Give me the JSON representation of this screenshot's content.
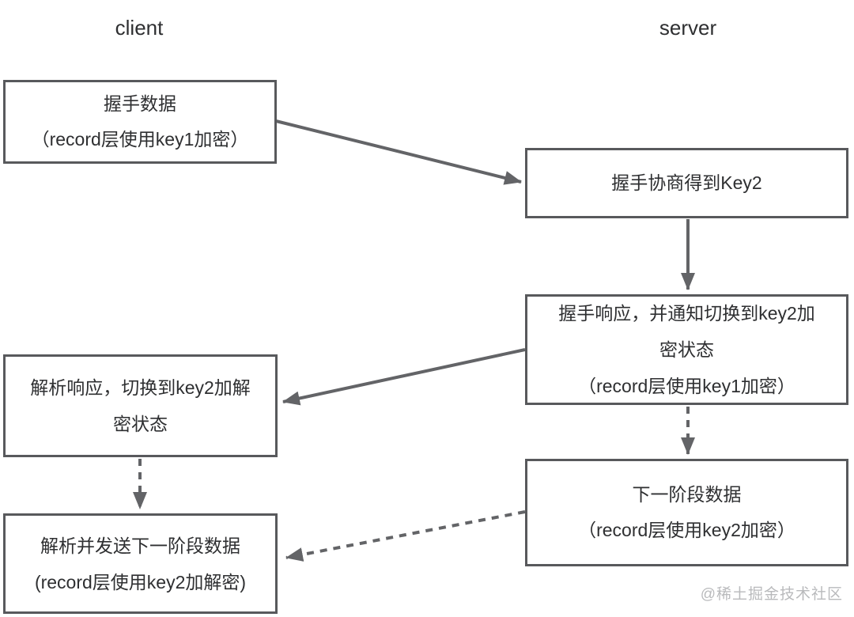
{
  "diagram": {
    "client_label": "client",
    "server_label": "server",
    "watermark": "@稀土掘金技术社区"
  },
  "nodes": {
    "handshake_data": {
      "actor": "client",
      "lines": [
        "握手数据",
        "（record层使用key1加密）"
      ]
    },
    "negotiate_key2": {
      "actor": "server",
      "lines": [
        "握手协商得到Key2"
      ]
    },
    "handshake_response": {
      "actor": "server",
      "lines": [
        "握手响应，并通知切换到key2加",
        "密状态",
        "（record层使用key1加密）"
      ]
    },
    "parse_response": {
      "actor": "client",
      "lines": [
        "解析响应，切换到key2加解",
        "密状态"
      ]
    },
    "next_stage_data": {
      "actor": "server",
      "lines": [
        "下一阶段数据",
        "（record层使用key2加密）"
      ]
    },
    "parse_and_send": {
      "actor": "client",
      "lines": [
        "解析并发送下一阶段数据",
        "(record层使用key2加解密)"
      ]
    }
  },
  "arrows": [
    {
      "from": "handshake_data",
      "to": "negotiate_key2",
      "style": "solid"
    },
    {
      "from": "negotiate_key2",
      "to": "handshake_response",
      "style": "solid"
    },
    {
      "from": "handshake_response",
      "to": "parse_response",
      "style": "solid"
    },
    {
      "from": "handshake_response",
      "to": "next_stage_data",
      "style": "dashed"
    },
    {
      "from": "parse_response",
      "to": "parse_and_send",
      "style": "dashed"
    },
    {
      "from": "next_stage_data",
      "to": "parse_and_send",
      "style": "dashed"
    }
  ],
  "colors": {
    "background": "#ffffff",
    "border": "#58595c",
    "text": "#2e2f31",
    "arrow": "#636467",
    "watermark": "#b9babc"
  }
}
